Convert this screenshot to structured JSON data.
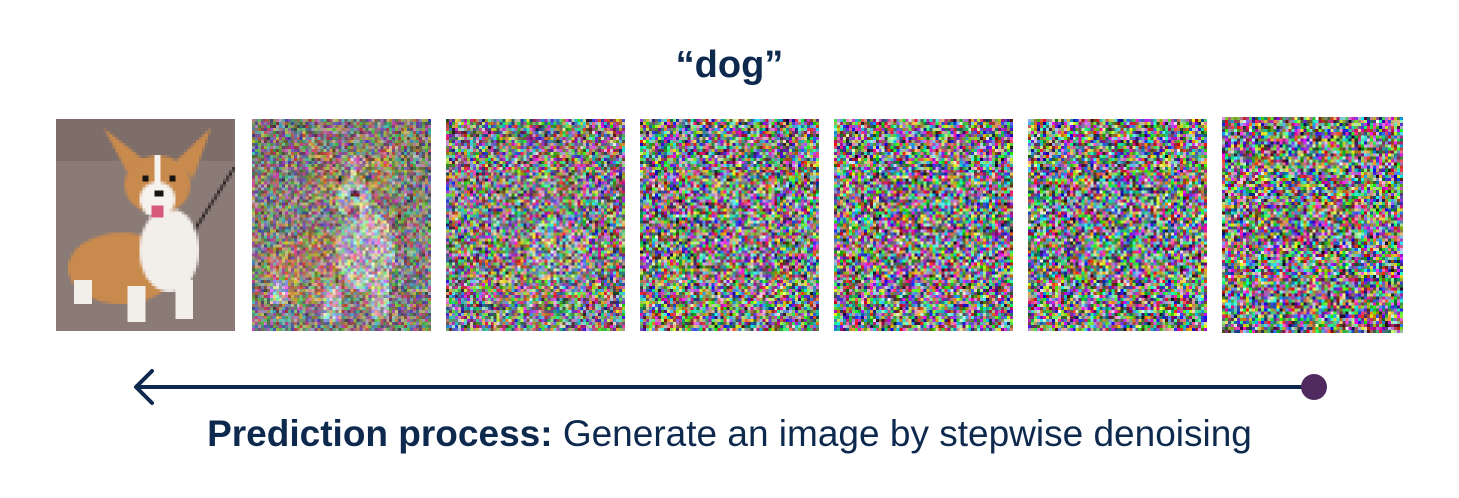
{
  "prompt_text": "“dog”",
  "caption": {
    "bold": "Prediction process:",
    "rest": "Generate an image by stepwise denoising"
  },
  "frames": [
    {
      "name": "clean dog photo",
      "noise_level": 0.0
    },
    {
      "name": "slightly noised",
      "noise_level": 0.55
    },
    {
      "name": "more noised",
      "noise_level": 0.85
    },
    {
      "name": "heavily noised",
      "noise_level": 0.95
    },
    {
      "name": "heavily noised",
      "noise_level": 0.98
    },
    {
      "name": "near pure noise",
      "noise_level": 0.995
    },
    {
      "name": "pure noise",
      "noise_level": 1.0
    }
  ],
  "colors": {
    "text": "#0d2a4e",
    "arrow": "#0d2a4e",
    "start_dot": "#4e2a5e"
  }
}
